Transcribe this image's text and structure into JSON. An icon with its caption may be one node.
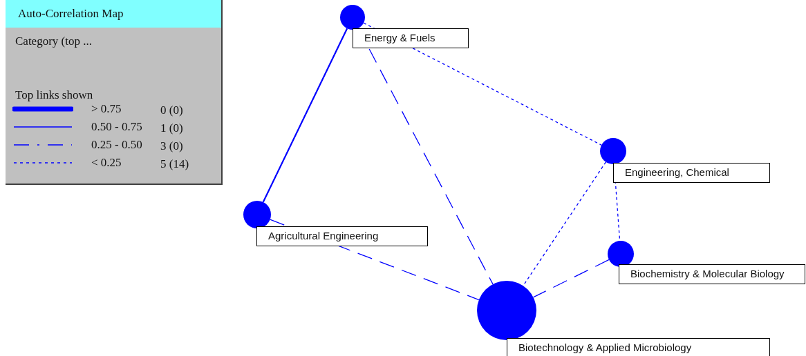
{
  "diagram": {
    "title": "Auto-Correlation Map",
    "nodes": [
      {
        "text": [],
        "shape": "circle",
        "beside": [
          "Energy & Fuels"
        ]
      },
      {
        "text": [],
        "shape": "circle",
        "beside": [
          "Engineering, Chemical"
        ]
      },
      {
        "text": [],
        "shape": "circle",
        "beside": [
          "Agricultural Engineering"
        ]
      },
      {
        "text": [],
        "shape": "circle",
        "beside": [
          "Biochemistry & Molecular Biology"
        ]
      },
      {
        "text": [],
        "shape": "circle",
        "beside": [
          "Biotechnology & Applied Microbiology"
        ]
      }
    ],
    "edges": [
      {
        "from": 0,
        "to": 2,
        "arrow": "none"
      },
      {
        "from": 0,
        "to": 4,
        "arrow": "none",
        "style": "dashed"
      },
      {
        "from": 0,
        "to": 1,
        "arrow": "none",
        "style": "dashed"
      },
      {
        "from": 2,
        "to": 4,
        "arrow": "none",
        "style": "dashed"
      },
      {
        "from": 1,
        "to": 4,
        "arrow": "none",
        "style": "dashed"
      },
      {
        "from": 1,
        "to": 3,
        "arrow": "none",
        "style": "dashed"
      },
      {
        "from": 3,
        "to": 4,
        "arrow": "none",
        "style": "dashed"
      }
    ],
    "labels": [
      "Category (top ...",
      "Top links shown",
      "0 (0)",
      "1 (0)",
      "3 (0)",
      "5 (14)"
    ],
    "legend": [
      {
        "text": "> 0.75"
      },
      {
        "text": "0.50 - 0.75"
      },
      {
        "text": "0.25 - 0.50"
      },
      {
        "text": "< 0.25"
      }
    ]
  }
}
